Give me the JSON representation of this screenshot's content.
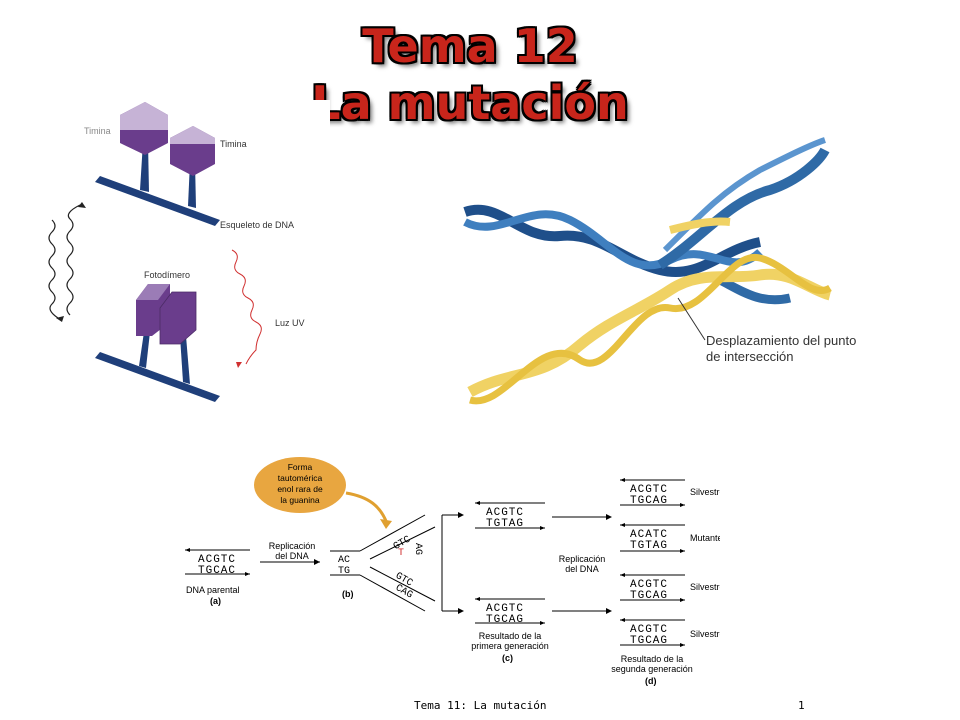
{
  "slide": {
    "title_line1": "Tema 12",
    "title_line2": "La mutación",
    "footer_text": "Tema 11: La mutación",
    "page_number": "1"
  },
  "thymine_fig": {
    "label_timina_left": "Timina",
    "label_timina_right": "Timina",
    "label_backbone": "Esqueleto de DNA",
    "label_dimer": "Fotodímero",
    "label_uv": "Luz UV",
    "colors": {
      "base": "#6a3d8c",
      "base_light": "#c6b3d6",
      "backbone": "#1f3f7a",
      "uv": "#d03030"
    }
  },
  "crossover_fig": {
    "label_line1": "Desplazamiento del punto",
    "label_line2": "de intersección",
    "colors": {
      "blue": "#2f6aa6",
      "yellow": "#f0d264"
    }
  },
  "replication_fig": {
    "bubble_lines": [
      "Forma",
      "tautomérica",
      "enol rara de",
      "la guanina"
    ],
    "replication1_lines": [
      "Replicación",
      "del DNA"
    ],
    "replication2_lines": [
      "Replicación",
      "del DNA"
    ],
    "parental_top": "ACGTC",
    "parental_bottom": "TGCAC",
    "parental_label": "DNA parental",
    "panel_a": "(a)",
    "panel_b": "(b)",
    "panel_c": "(c)",
    "panel_d": "(d)",
    "b_stub_top": "AC",
    "b_stub_bottom": "TG",
    "b_upper_fork_top": "GTC",
    "b_upper_fork_bottom": "T",
    "b_upper_fork_right": "AG",
    "b_lower_fork_top": "GTC",
    "b_lower_fork_bottom": "CAG",
    "first_gen_upper": {
      "top": "ACGTC",
      "bottom": "TGTAG"
    },
    "first_gen_lower": {
      "top": "ACGTC",
      "bottom": "TGCAG"
    },
    "first_gen_label_lines": [
      "Resultado de la",
      "primera generación"
    ],
    "second_gen": [
      {
        "top": "ACGTC",
        "bottom": "TGCAG",
        "label": "Silvestre"
      },
      {
        "top": "ACATC",
        "bottom": "TGTAG",
        "label": "Mutante"
      },
      {
        "top": "ACGTC",
        "bottom": "TGCAG",
        "label": "Silvestre"
      },
      {
        "top": "ACGTC",
        "bottom": "TGCAG",
        "label": "Silvestre"
      }
    ],
    "second_gen_label_lines": [
      "Resultado de la",
      "segunda generación"
    ],
    "colors": {
      "highlight": "#d02a2a",
      "bubble": "#e8a640",
      "arrow": "#e0a030"
    }
  }
}
